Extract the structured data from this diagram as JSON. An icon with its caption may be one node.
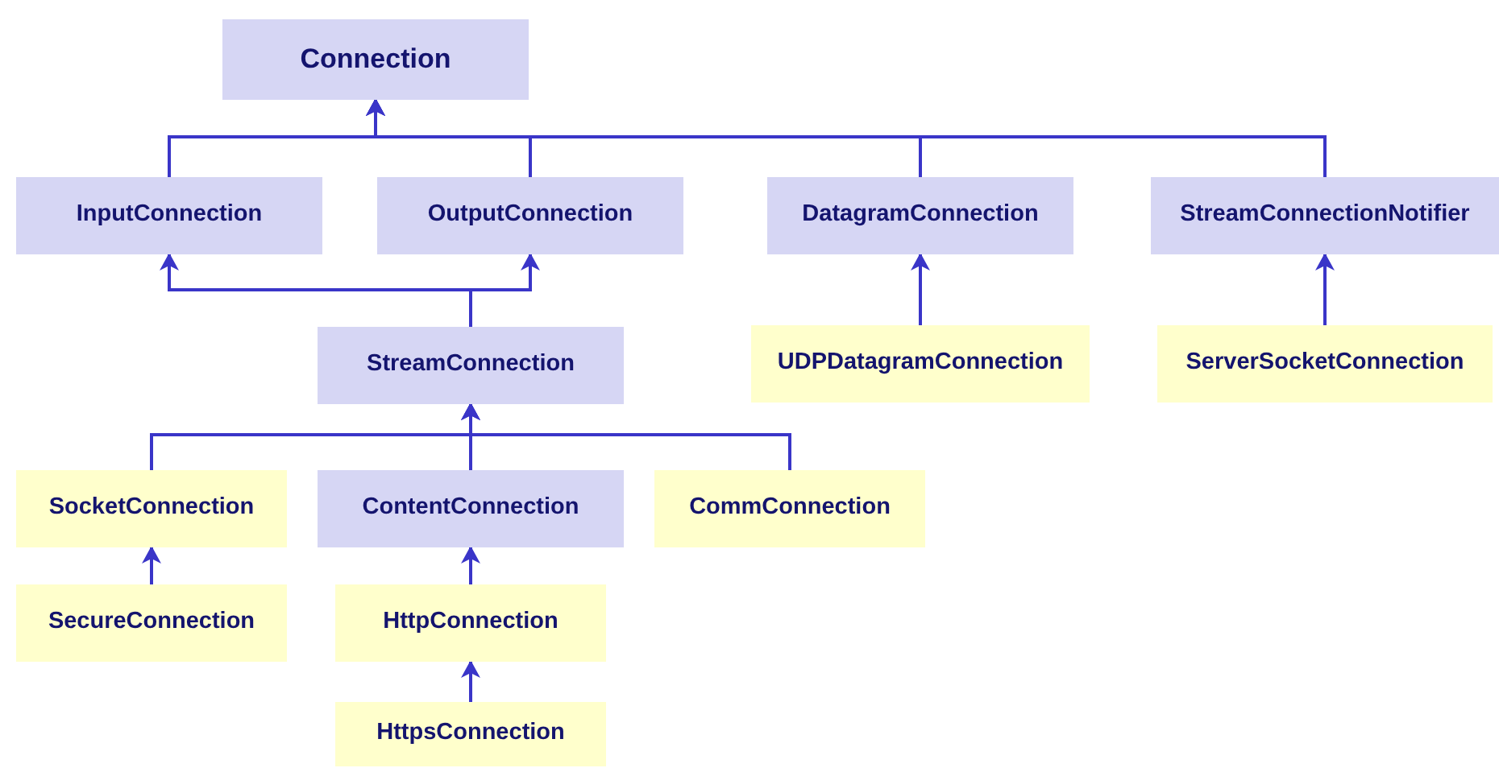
{
  "diagram": {
    "nodes": [
      {
        "text": [
          "Connection"
        ]
      },
      {
        "text": [
          "InputConnection"
        ]
      },
      {
        "text": [
          "OutputConnection"
        ]
      },
      {
        "text": [
          "DatagramConnection"
        ]
      },
      {
        "text": [
          "StreamConnectionNotifier"
        ]
      },
      {
        "text": [
          "StreamConnection"
        ]
      },
      {
        "text": [
          "UDPDatagramConnection"
        ]
      },
      {
        "text": [
          "ServerSocketConnection"
        ]
      },
      {
        "text": [
          "SocketConnection"
        ]
      },
      {
        "text": [
          "ContentConnection"
        ]
      },
      {
        "text": [
          "CommConnection"
        ]
      },
      {
        "text": [
          "SecureConnection"
        ]
      },
      {
        "text": [
          "HttpConnection"
        ]
      },
      {
        "text": [
          "HttpsConnection"
        ]
      }
    ],
    "edges": [
      {
        "from": 1,
        "to": 0,
        "arrow": "to"
      },
      {
        "from": 2,
        "to": 0,
        "arrow": "to"
      },
      {
        "from": 3,
        "to": 0,
        "arrow": "to"
      },
      {
        "from": 4,
        "to": 0,
        "arrow": "to"
      },
      {
        "from": 5,
        "to": 1,
        "arrow": "to"
      },
      {
        "from": 5,
        "to": 2,
        "arrow": "to"
      },
      {
        "from": 6,
        "to": 3,
        "arrow": "to"
      },
      {
        "from": 7,
        "to": 4,
        "arrow": "to"
      },
      {
        "from": 8,
        "to": 5,
        "arrow": "to"
      },
      {
        "from": 9,
        "to": 5,
        "arrow": "to"
      },
      {
        "from": 10,
        "to": 5,
        "arrow": "to"
      },
      {
        "from": 11,
        "to": 8,
        "arrow": "to"
      },
      {
        "from": 12,
        "to": 9,
        "arrow": "to"
      },
      {
        "from": 13,
        "to": 12,
        "arrow": "to"
      }
    ]
  }
}
